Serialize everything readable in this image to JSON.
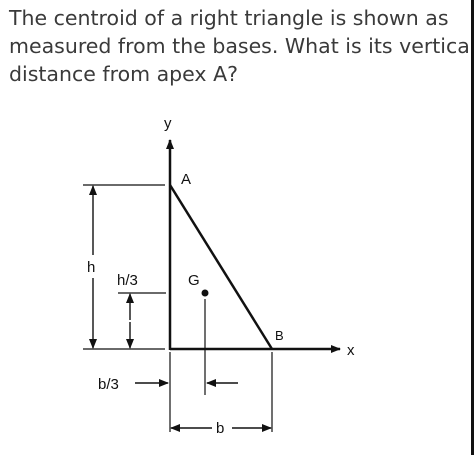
{
  "question": {
    "lines": [
      "The centroid of a right triangle is shown as",
      "measured from the bases. What is its vertical",
      "distance from apex A?"
    ]
  },
  "diagram": {
    "y_axis_label": "y",
    "x_axis_label": "x",
    "apex_label": "A",
    "vertex_b_label": "B",
    "centroid_label": "G",
    "height_label": "h",
    "third_height_label": "h/3",
    "third_base_label": "b/3",
    "base_label": "b"
  }
}
